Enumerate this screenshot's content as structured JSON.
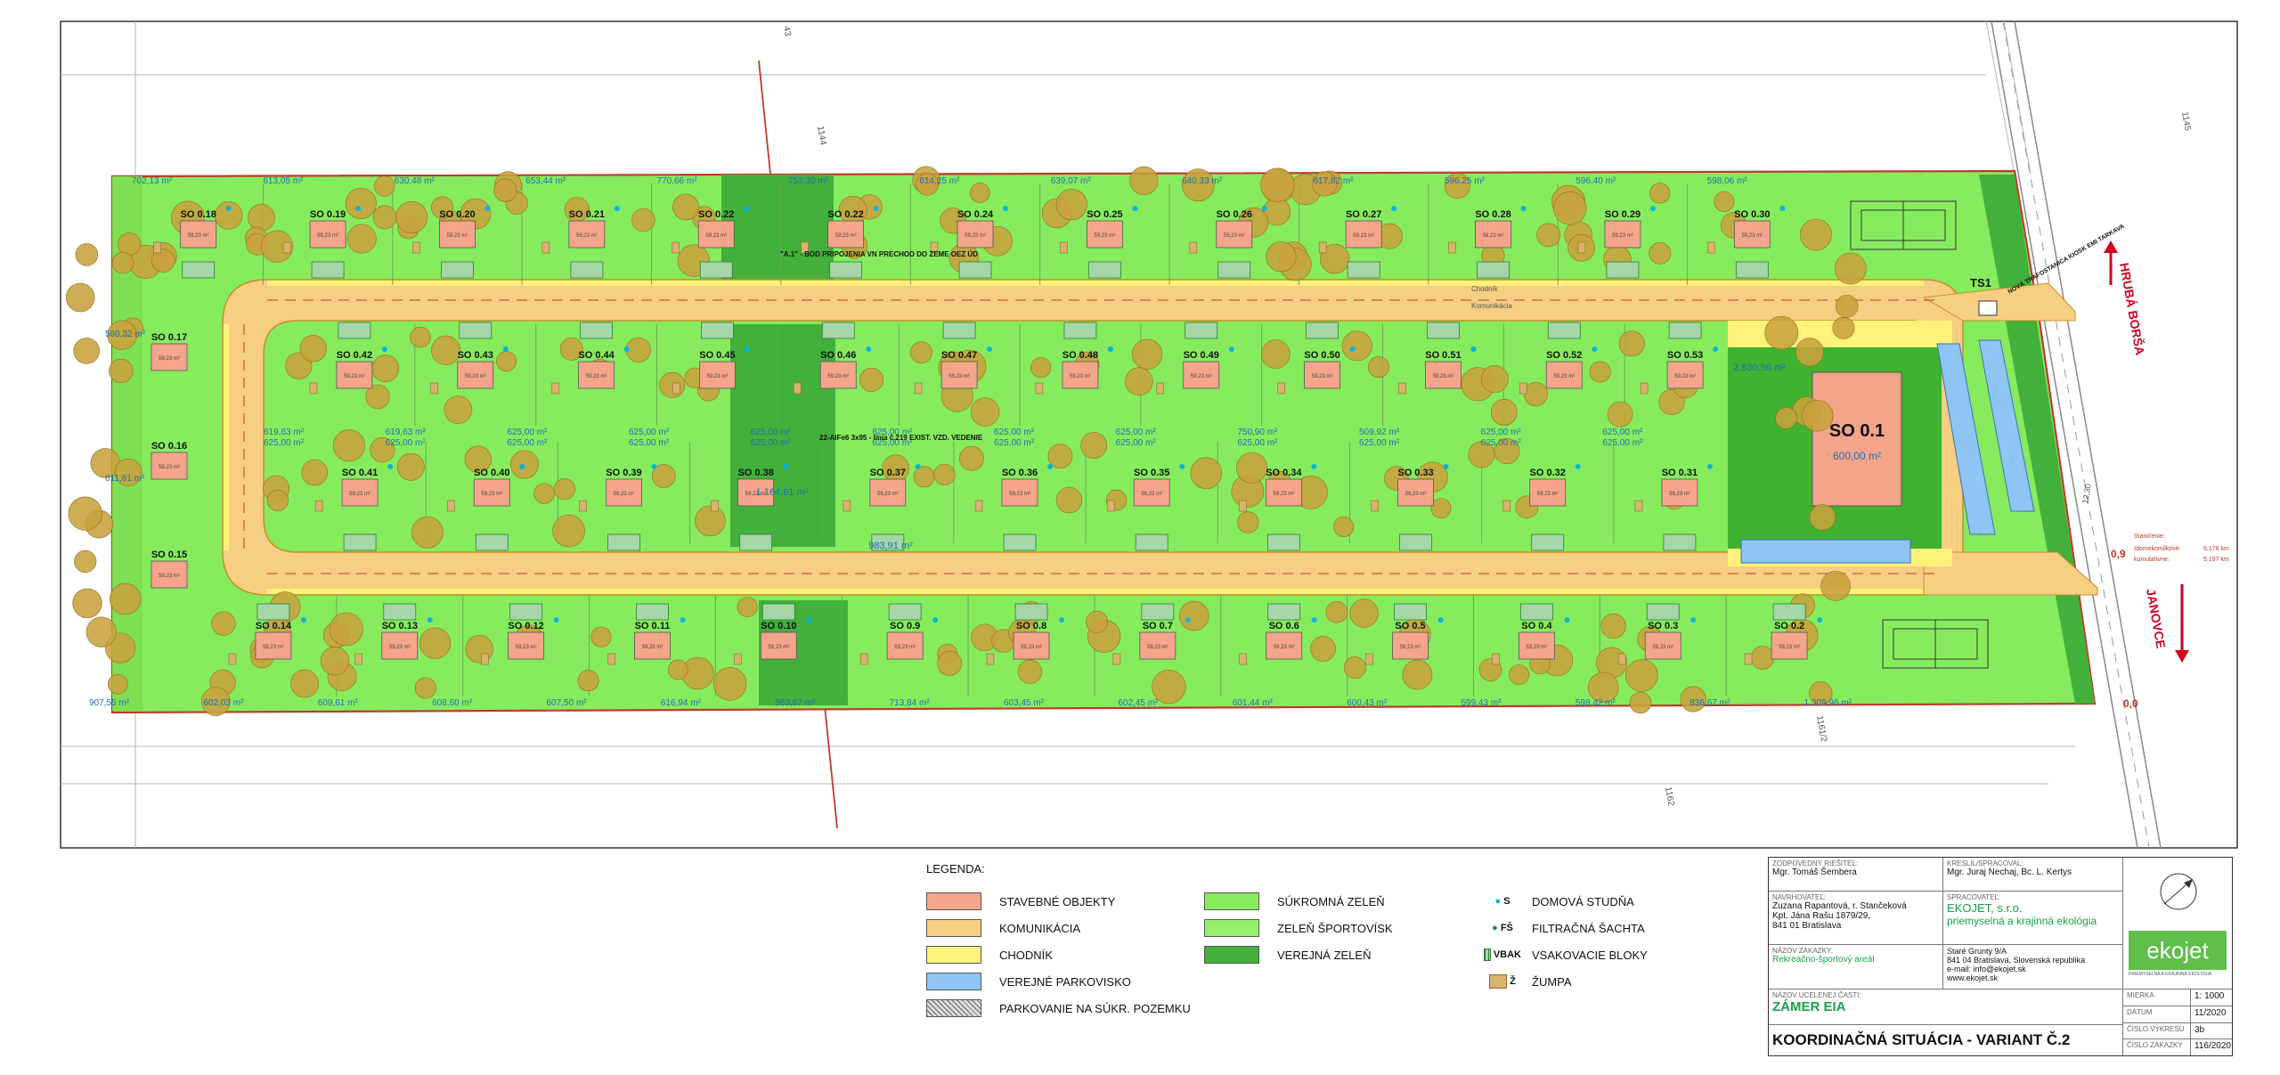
{
  "colors": {
    "building": "#f4a58a",
    "road": "#f6cf83",
    "sidewalk": "#fff27a",
    "parking_public": "#8ec5f5",
    "green_private": "#86ec5e",
    "green_sport": "#96f06e",
    "green_public": "#42b03a",
    "tree": "#c8a23c",
    "plot_label": "#1a6fb5",
    "boundary": "#c0392b"
  },
  "houses_top": [
    {
      "label": "SO 0.18",
      "area": "59,23 m²"
    },
    {
      "label": "SO 0.19",
      "area": "59,23 m²"
    },
    {
      "label": "SO 0.20",
      "area": "59,23 m²"
    },
    {
      "label": "SO 0.21",
      "area": "59,23 m²"
    },
    {
      "label": "SO 0.22",
      "area": "59,23 m²"
    },
    {
      "label": "SO 0.22",
      "area": "59,23 m²"
    },
    {
      "label": "SO 0.24",
      "area": "59,23 m²"
    },
    {
      "label": "SO 0.25",
      "area": "59,23 m²"
    },
    {
      "label": "SO 0.26",
      "area": "59,23 m²"
    },
    {
      "label": "SO 0.27",
      "area": "59,23 m²"
    },
    {
      "label": "SO 0.28",
      "area": "59,23 m²"
    },
    {
      "label": "SO 0.29",
      "area": "59,23 m²"
    },
    {
      "label": "SO 0.30",
      "area": "59,23 m²"
    }
  ],
  "houses_inner_top": [
    {
      "label": "SO 0.42",
      "area": "59,23 m²"
    },
    {
      "label": "SO 0.43",
      "area": "59,23 m²"
    },
    {
      "label": "SO 0.44",
      "area": "59,23 m²"
    },
    {
      "label": "SO 0.45",
      "area": "59,23 m²"
    },
    {
      "label": "SO 0.46",
      "area": "59,23 m²"
    },
    {
      "label": "SO 0.47",
      "area": "59,23 m²"
    },
    {
      "label": "SO 0.48",
      "area": "59,23 m²"
    },
    {
      "label": "SO 0.49",
      "area": "59,23 m²"
    },
    {
      "label": "SO 0.50",
      "area": "59,23 m²"
    },
    {
      "label": "SO 0.51",
      "area": "59,23 m²"
    },
    {
      "label": "SO 0.52",
      "area": "59,23 m²"
    },
    {
      "label": "SO 0.53",
      "area": "59,23 m²"
    }
  ],
  "houses_inner_bottom": [
    {
      "label": "SO 0.41",
      "area": "59,23 m²"
    },
    {
      "label": "SO 0.40",
      "area": "59,23 m²"
    },
    {
      "label": "SO 0.39",
      "area": "59,23 m²"
    },
    {
      "label": "SO 0.38",
      "area": "59,23 m²"
    },
    {
      "label": "SO 0.37",
      "area": "59,23 m²"
    },
    {
      "label": "SO 0.36",
      "area": "59,23 m²"
    },
    {
      "label": "SO 0.35",
      "area": "59,23 m²"
    },
    {
      "label": "SO 0.34",
      "area": "59,23 m²"
    },
    {
      "label": "SO 0.33",
      "area": "59,23 m²"
    },
    {
      "label": "SO 0.32",
      "area": "59,23 m²"
    },
    {
      "label": "SO 0.31",
      "area": "59,23 m²"
    }
  ],
  "houses_bottom": [
    {
      "label": "SO 0.14",
      "area": "59,23 m²"
    },
    {
      "label": "SO 0.13",
      "area": "59,23 m²"
    },
    {
      "label": "SO 0.12",
      "area": "59,23 m²"
    },
    {
      "label": "SO 0.11",
      "area": "59,23 m²"
    },
    {
      "label": "SO 0.10",
      "area": "59,23 m²"
    },
    {
      "label": "SO 0.9",
      "area": "59,23 m²"
    },
    {
      "label": "SO 0.8",
      "area": "59,23 m²"
    },
    {
      "label": "SO 0.7",
      "area": "59,23 m²"
    },
    {
      "label": "SO 0.6",
      "area": "59,23 m²"
    },
    {
      "label": "SO 0.5",
      "area": "59,23 m²"
    },
    {
      "label": "SO 0.4",
      "area": "59,23 m²"
    },
    {
      "label": "SO 0.3",
      "area": "59,23 m²"
    },
    {
      "label": "SO 0.2",
      "area": "59,23 m²"
    }
  ],
  "houses_left": [
    {
      "label": "SO 0.17",
      "area": "59,23 m²"
    },
    {
      "label": "SO 0.16",
      "area": "59,23 m²"
    },
    {
      "label": "SO 0.15",
      "area": "59,23 m²"
    }
  ],
  "plot_areas_top": [
    "702,13 m²",
    "613,05 m²",
    "630,48 m²",
    "653,44 m²",
    "770,66 m²",
    "753,30 m²",
    "614,25 m²",
    "639,07 m²",
    "640,33 m²",
    "617,82 m²",
    "596,25 m²",
    "596,40 m²",
    "598,06 m²"
  ],
  "plot_areas_bottom": [
    "907,55 m²",
    "602,03 m²",
    "609,61 m²",
    "608,60 m²",
    "607,50 m²",
    "616,94 m²",
    "563,87 m²",
    "713,84 m²",
    "603,45 m²",
    "602,45 m²",
    "601,44 m²",
    "600,43 m²",
    "599,43 m²",
    "598,42 m²",
    "836,67 m²",
    "1.309,96 m²"
  ],
  "plot_areas_inner": [
    "619,63 m²",
    "619,63 m²",
    "625,00 m²",
    "625,00 m²",
    "625,00 m²",
    "625,00 m²",
    "625,00 m²",
    "625,00 m²",
    "750,90 m²",
    "509,92 m²",
    "625,00 m²",
    "625,00 m²",
    "625,00 m²",
    "625,00 m²",
    "625,00 m²",
    "625,00 m²",
    "625,00 m²",
    "625,00 m²",
    "625,00 m²",
    "625,00 m²",
    "625,00 m²",
    "625,00 m²",
    "625,00 m²",
    "625,00 m²"
  ],
  "plot_areas_left": [
    "560,32 m²",
    "611,61 m²"
  ],
  "public_green_areas": [
    "1 164,61 m²",
    "983,91 m²"
  ],
  "main_building": {
    "label": "SO 0.1",
    "area": "600,00 m²"
  },
  "sport_area": "2 830,56 m²",
  "annotations": {
    "utility_top": "\"A.1\" - BOD PRIPOJENIA VN PRECHOD DO ZEME OEZ ÚD",
    "utility_mid": "22-AlFe6 3x95 - línia č.219 EXIST. VZD. VEDENIE",
    "ts1": "TS1",
    "ts1_desc": "NOVÁ TRAFOSTANICA KIOSK EMI TARKAVA",
    "sidewalk": "Chodník",
    "road": "Komunikácia",
    "km_1": "Staničenie:",
    "km_2": "Idomekomilkové:",
    "km_3": "kumulatívne:",
    "km_v1": "5,176 km",
    "km_v2": "5,197 km",
    "km_09": "0,9",
    "km_00": "0,0",
    "km_1230": "12,30"
  },
  "directions": {
    "north": "HRUBÁ BORŠA",
    "south": "JANOVCE"
  },
  "parcel_numbers": [
    "1144",
    "1145",
    "1162",
    "1161/2",
    "43"
  ],
  "legend": {
    "title": "LEGENDA:",
    "items_col1": [
      "STAVEBNÉ OBJEKTY",
      "KOMUNIKÁCIA",
      "CHODNÍK",
      "VEREJNÉ PARKOVISKO",
      "PARKOVANIE NA SÚKR. POZEMKU"
    ],
    "items_col2": [
      "SÚKROMNÁ ZELEŇ",
      "ZELEŇ ŠPORTOVÍSK",
      "VEREJNÁ ZELEŇ"
    ],
    "items_col3": [
      {
        "symbol": "S",
        "label": "DOMOVÁ STUDŇA"
      },
      {
        "symbol": "FŠ",
        "label": "FILTRAČNÁ ŠACHTA"
      },
      {
        "symbol": "VBAK",
        "label": "VSAKOVACIE BLOKY"
      },
      {
        "symbol": "Ž",
        "label": "ŽUMPA"
      }
    ]
  },
  "title_block": {
    "responsible_label": "ZODPOVEDNÝ RIEŠITEĽ:",
    "responsible": "Mgr. Tomáš Šembera",
    "drawn_label": "KRESLIL/SPRACOVAL:",
    "drawn": "Mgr. Juraj Nechaj, Bc. L. Kertys",
    "investor_label": "NAVRHOVATEĽ:",
    "investor_1": "Zuzana Rapantová, r. Stančeková",
    "investor_2": "Kpt. Jána Rašu 1879/29,",
    "investor_3": "841 01 Bratislava",
    "processor_label": "SPRACOVATEĽ:",
    "processor": "EKOJET, s.r.o.",
    "processor_sub": "priemyselná a krajinná ekológia",
    "project_label": "NÁZOV ZÁKAZKY:",
    "project": "Rekreačno-športový areál",
    "address_1": "Staré Grunty 9/A",
    "address_2": "841 04 Bratislava, Slovenská republika",
    "address_3": "e-mail: info@ekojet.sk",
    "address_4": "www.ekojet.sk",
    "part_label": "NÁZOV UCELENEJ ČASTI:",
    "part": "ZÁMER EIA",
    "drawing_title": "KOORDINAČNÁ SITUÁCIA - VARIANT Č.2",
    "scale_label": "MIERKA",
    "scale": "1: 1000",
    "date_label": "DÁTUM",
    "date": "11/2020",
    "drawing_no_label": "ČÍSLO VÝKRESU",
    "drawing_no": "3b",
    "order_no_label": "ČÍSLO ZÁKAZKY",
    "order_no": "116/2020",
    "logo": "ekojet",
    "logo_tagline": "PRIEMYSELNÁ A KRAJINNÁ EKOLÓGIA"
  }
}
